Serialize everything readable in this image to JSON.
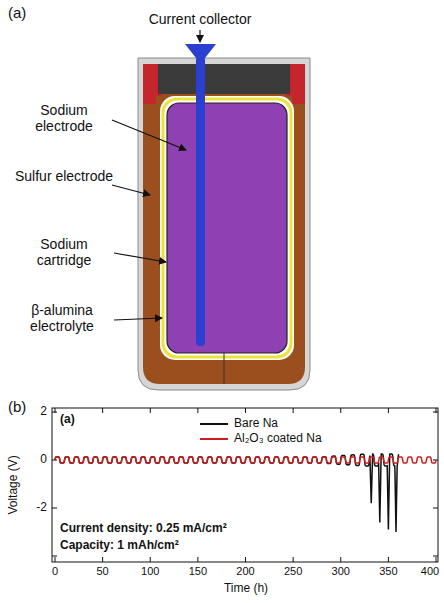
{
  "diagram": {
    "labels": [
      "(a)",
      "Current collector",
      "Sodium electrode",
      "Sulfur electrode",
      "Sodium cartridge",
      "β-alumina electrolyte",
      "(b)",
      "(a)",
      "2",
      "0",
      "-2",
      "Voltage (V)",
      "0",
      "50",
      "100",
      "150",
      "200",
      "250",
      "300",
      "350",
      "400",
      "Time (h)",
      "Current density: 0.25 mA/cm²",
      "Capacity: 1 mAh/cm²"
    ],
    "legend": [
      {
        "text": "Bare Na"
      },
      {
        "text": "Al₂O₃ coated Na"
      }
    ]
  }
}
